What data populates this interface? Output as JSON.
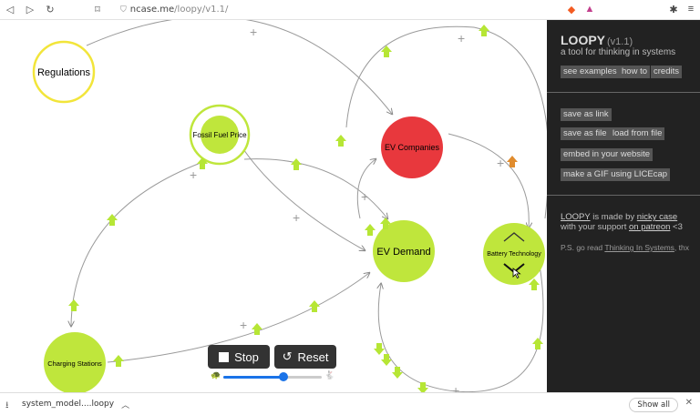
{
  "browser": {
    "url_prefix": "ncase.me",
    "url_path": "/loopy/v1.1/"
  },
  "canvas": {
    "nodes": {
      "regulations": "Regulations",
      "fossil_fuel_price": "Fossil Fuel Price",
      "ev_companies": "EV Companies",
      "ev_demand": "EV Demand",
      "battery_technology": "Battery Technology",
      "charging_stations": "Charging Stations"
    },
    "edge_sign": "+",
    "colors": {
      "green": "#bfe63c",
      "red": "#e8383d",
      "yellow": "#f2e53a",
      "arrow_green": "#b6e635",
      "arrow_orange": "#e08c2e"
    }
  },
  "controls": {
    "stop_label": "Stop",
    "reset_label": "Reset",
    "speed_value": 0.62
  },
  "sidebar": {
    "title": "LOOPY",
    "version": "(v1.1)",
    "subtitle": "a tool for thinking in systems",
    "btn_examples": "see examples",
    "btn_howto": "how to",
    "btn_credits": "credits",
    "btn_save_link": "save as link",
    "btn_save_file": "save as file",
    "btn_load_file": "load from file",
    "btn_embed": "embed in your website",
    "btn_gif": "make a GIF using LICEcap",
    "credit_loopy": "LOOPY",
    "credit_is_made_by": " is made by ",
    "credit_author": "nicky case",
    "credit_with": "with your support ",
    "credit_patreon": "on patreon",
    "credit_heart": " <3",
    "ps_prefix": "P.S. go read ",
    "ps_book": "Thinking In Systems",
    "ps_suffix": ", thx"
  },
  "downloads": {
    "file_name": "system_model....loopy",
    "show_all": "Show all"
  }
}
